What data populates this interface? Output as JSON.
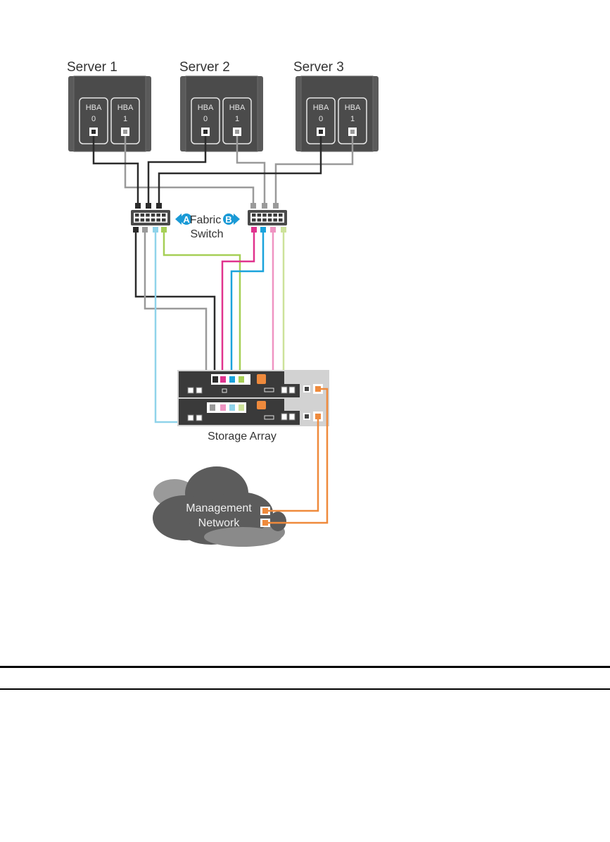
{
  "diagram": {
    "servers": [
      {
        "label": "Server 1",
        "hbas": [
          {
            "name": "HBA",
            "index": "0"
          },
          {
            "name": "HBA",
            "index": "1"
          }
        ]
      },
      {
        "label": "Server 2",
        "hbas": [
          {
            "name": "HBA",
            "index": "0"
          },
          {
            "name": "HBA",
            "index": "1"
          }
        ]
      },
      {
        "label": "Server 3",
        "hbas": [
          {
            "name": "HBA",
            "index": "0"
          },
          {
            "name": "HBA",
            "index": "1"
          }
        ]
      }
    ],
    "switches": {
      "a_badge": "A",
      "b_badge": "B",
      "label_line1": "Fabric",
      "label_line2": "Switch"
    },
    "storage": {
      "label": "Storage Array"
    },
    "management": {
      "label_line1": "Management",
      "label_line2": "Network"
    },
    "colors": {
      "cable_black": "#2b2b2b",
      "cable_gray": "#9a9a9a",
      "cable_lightblue": "#8fd3ea",
      "cable_green": "#a6cf56",
      "cable_magenta": "#e0338e",
      "cable_cyan": "#1aa3dc",
      "cable_pink": "#ef94c2",
      "cable_lightgreen": "#cde29a",
      "cable_orange": "#ef8a3c",
      "badge_blue": "#1a9ad6",
      "device_dark": "#4a4a4a"
    }
  }
}
